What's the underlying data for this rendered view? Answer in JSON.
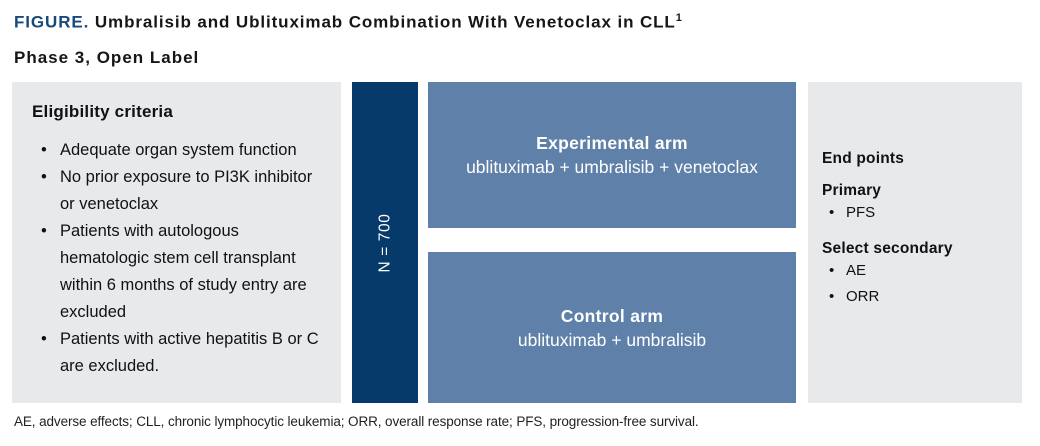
{
  "figure": {
    "label": "FIGURE.",
    "title": " Umbralisib and Ublituximab Combination With Venetoclax in CLL",
    "reference_superscript": "1",
    "subtitle": "Phase 3, Open Label"
  },
  "eligibility": {
    "heading": "Eligibility criteria",
    "items": [
      "Adequate organ system function",
      "No prior exposure to PI3K inhibitor or venetoclax",
      "Patients with autologous hematologic stem cell transplant within 6 months of study entry are excluded",
      "Patients with active hepatitis B or C are excluded."
    ]
  },
  "enrollment": {
    "label": "N = 700"
  },
  "arms": [
    {
      "name": "Experimental arm",
      "regimen": "ublituximab + umbralisib + venetoclax"
    },
    {
      "name": "Control arm",
      "regimen": "ublituximab + umbralisib"
    }
  ],
  "endpoints": {
    "heading": "End points",
    "primary_heading": "Primary",
    "primary_items": [
      "PFS"
    ],
    "secondary_heading": "Select secondary",
    "secondary_items": [
      "AE",
      "ORR"
    ]
  },
  "footnote": "AE, adverse effects; CLL, chronic lymphocytic leukemia; ORR, overall response rate; PFS, progression-free survival.",
  "colors": {
    "figure_label_navy": "#17497c",
    "enrollment_bar_navy": "#063a6a",
    "arm_blue": "#5f80a8",
    "panel_gray": "#e8e9eb"
  }
}
